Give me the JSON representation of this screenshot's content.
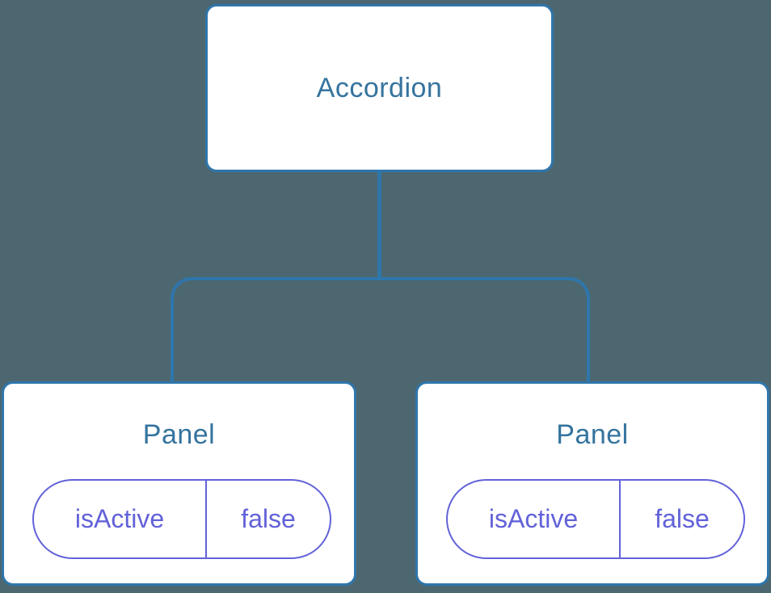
{
  "diagram": {
    "type": "component-state-tree",
    "colors": {
      "background": "#4D6770",
      "line_color": "#2E76AC",
      "node_text_color": "#35749E",
      "pill_color": "#6262D9",
      "node_fill": "#FFFFFF"
    },
    "root": {
      "label": "Accordion"
    },
    "children": [
      {
        "label": "Panel",
        "state": {
          "key": "isActive",
          "value": "false"
        }
      },
      {
        "label": "Panel",
        "state": {
          "key": "isActive",
          "value": "false"
        }
      }
    ]
  }
}
